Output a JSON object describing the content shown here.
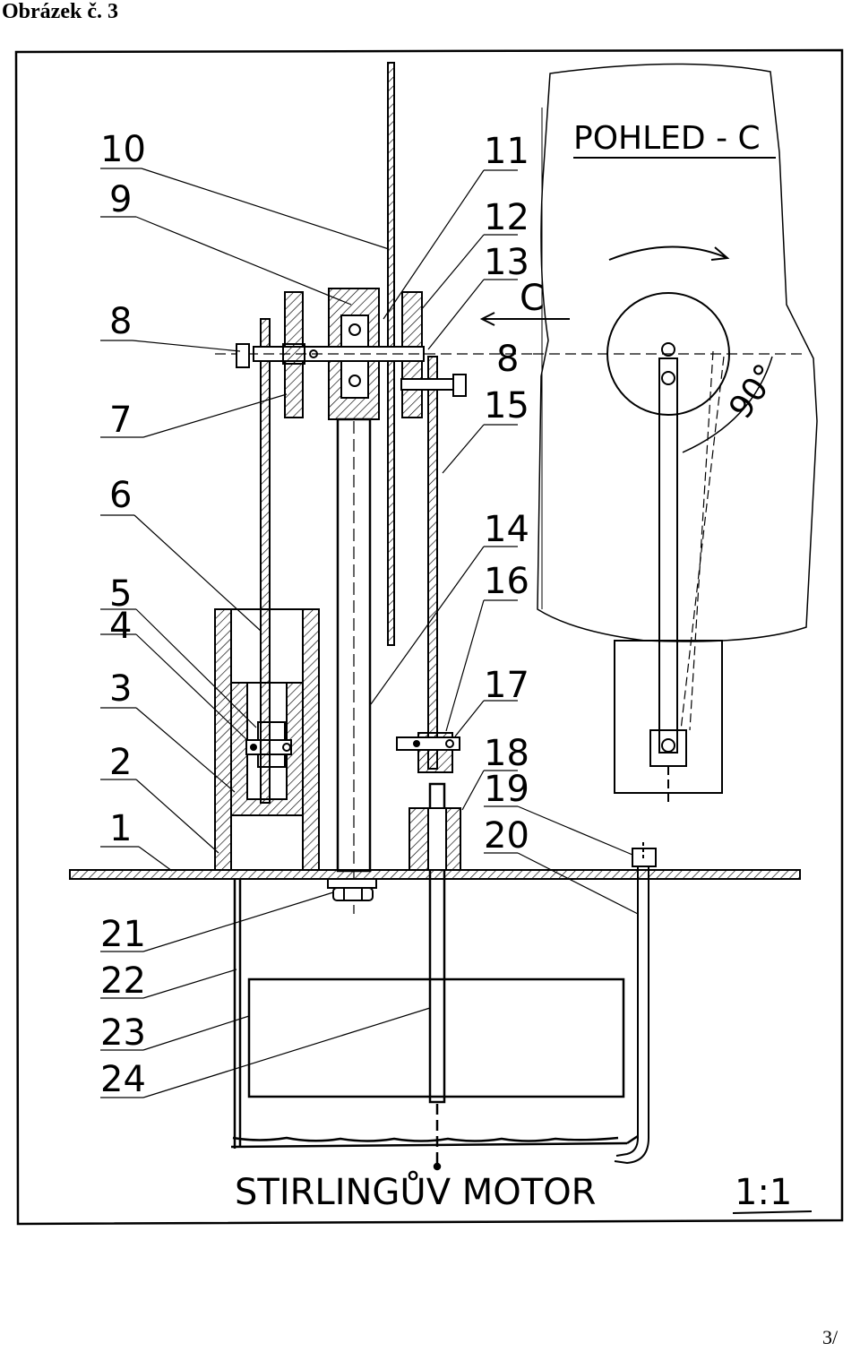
{
  "page": {
    "heading": "Obrázek č. 3",
    "page_number": "3/"
  },
  "drawing": {
    "title": "STIRLINGŮV MOTOR",
    "scale": "1:1",
    "view_label": "POHLED - C",
    "section_arrow_label": "C",
    "angle_label": "90°",
    "part_labels": {
      "p1": "1",
      "p2": "2",
      "p3": "3",
      "p4": "4",
      "p5": "5",
      "p6": "6",
      "p7": "7",
      "p8a": "8",
      "p8b": "8",
      "p9": "9",
      "p10": "10",
      "p11": "11",
      "p12": "12",
      "p13": "13",
      "p14": "14",
      "p15": "15",
      "p16": "16",
      "p17": "17",
      "p18": "18",
      "p19": "19",
      "p20": "20",
      "p21": "21",
      "p22": "22",
      "p23": "23",
      "p24": "24"
    }
  }
}
